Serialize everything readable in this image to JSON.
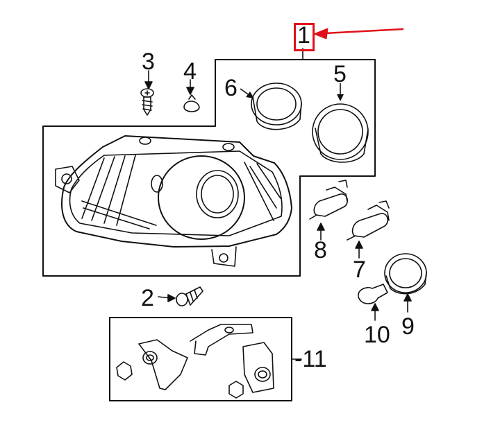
{
  "callouts": {
    "c1": "1",
    "c2": "2",
    "c3": "3",
    "c4": "4",
    "c5": "5",
    "c6": "6",
    "c7": "7",
    "c8": "8",
    "c9": "9",
    "c10": "10",
    "c11": "-11"
  },
  "colors": {
    "line": "#111111",
    "highlight": "#e0101a",
    "background": "#ffffff"
  }
}
